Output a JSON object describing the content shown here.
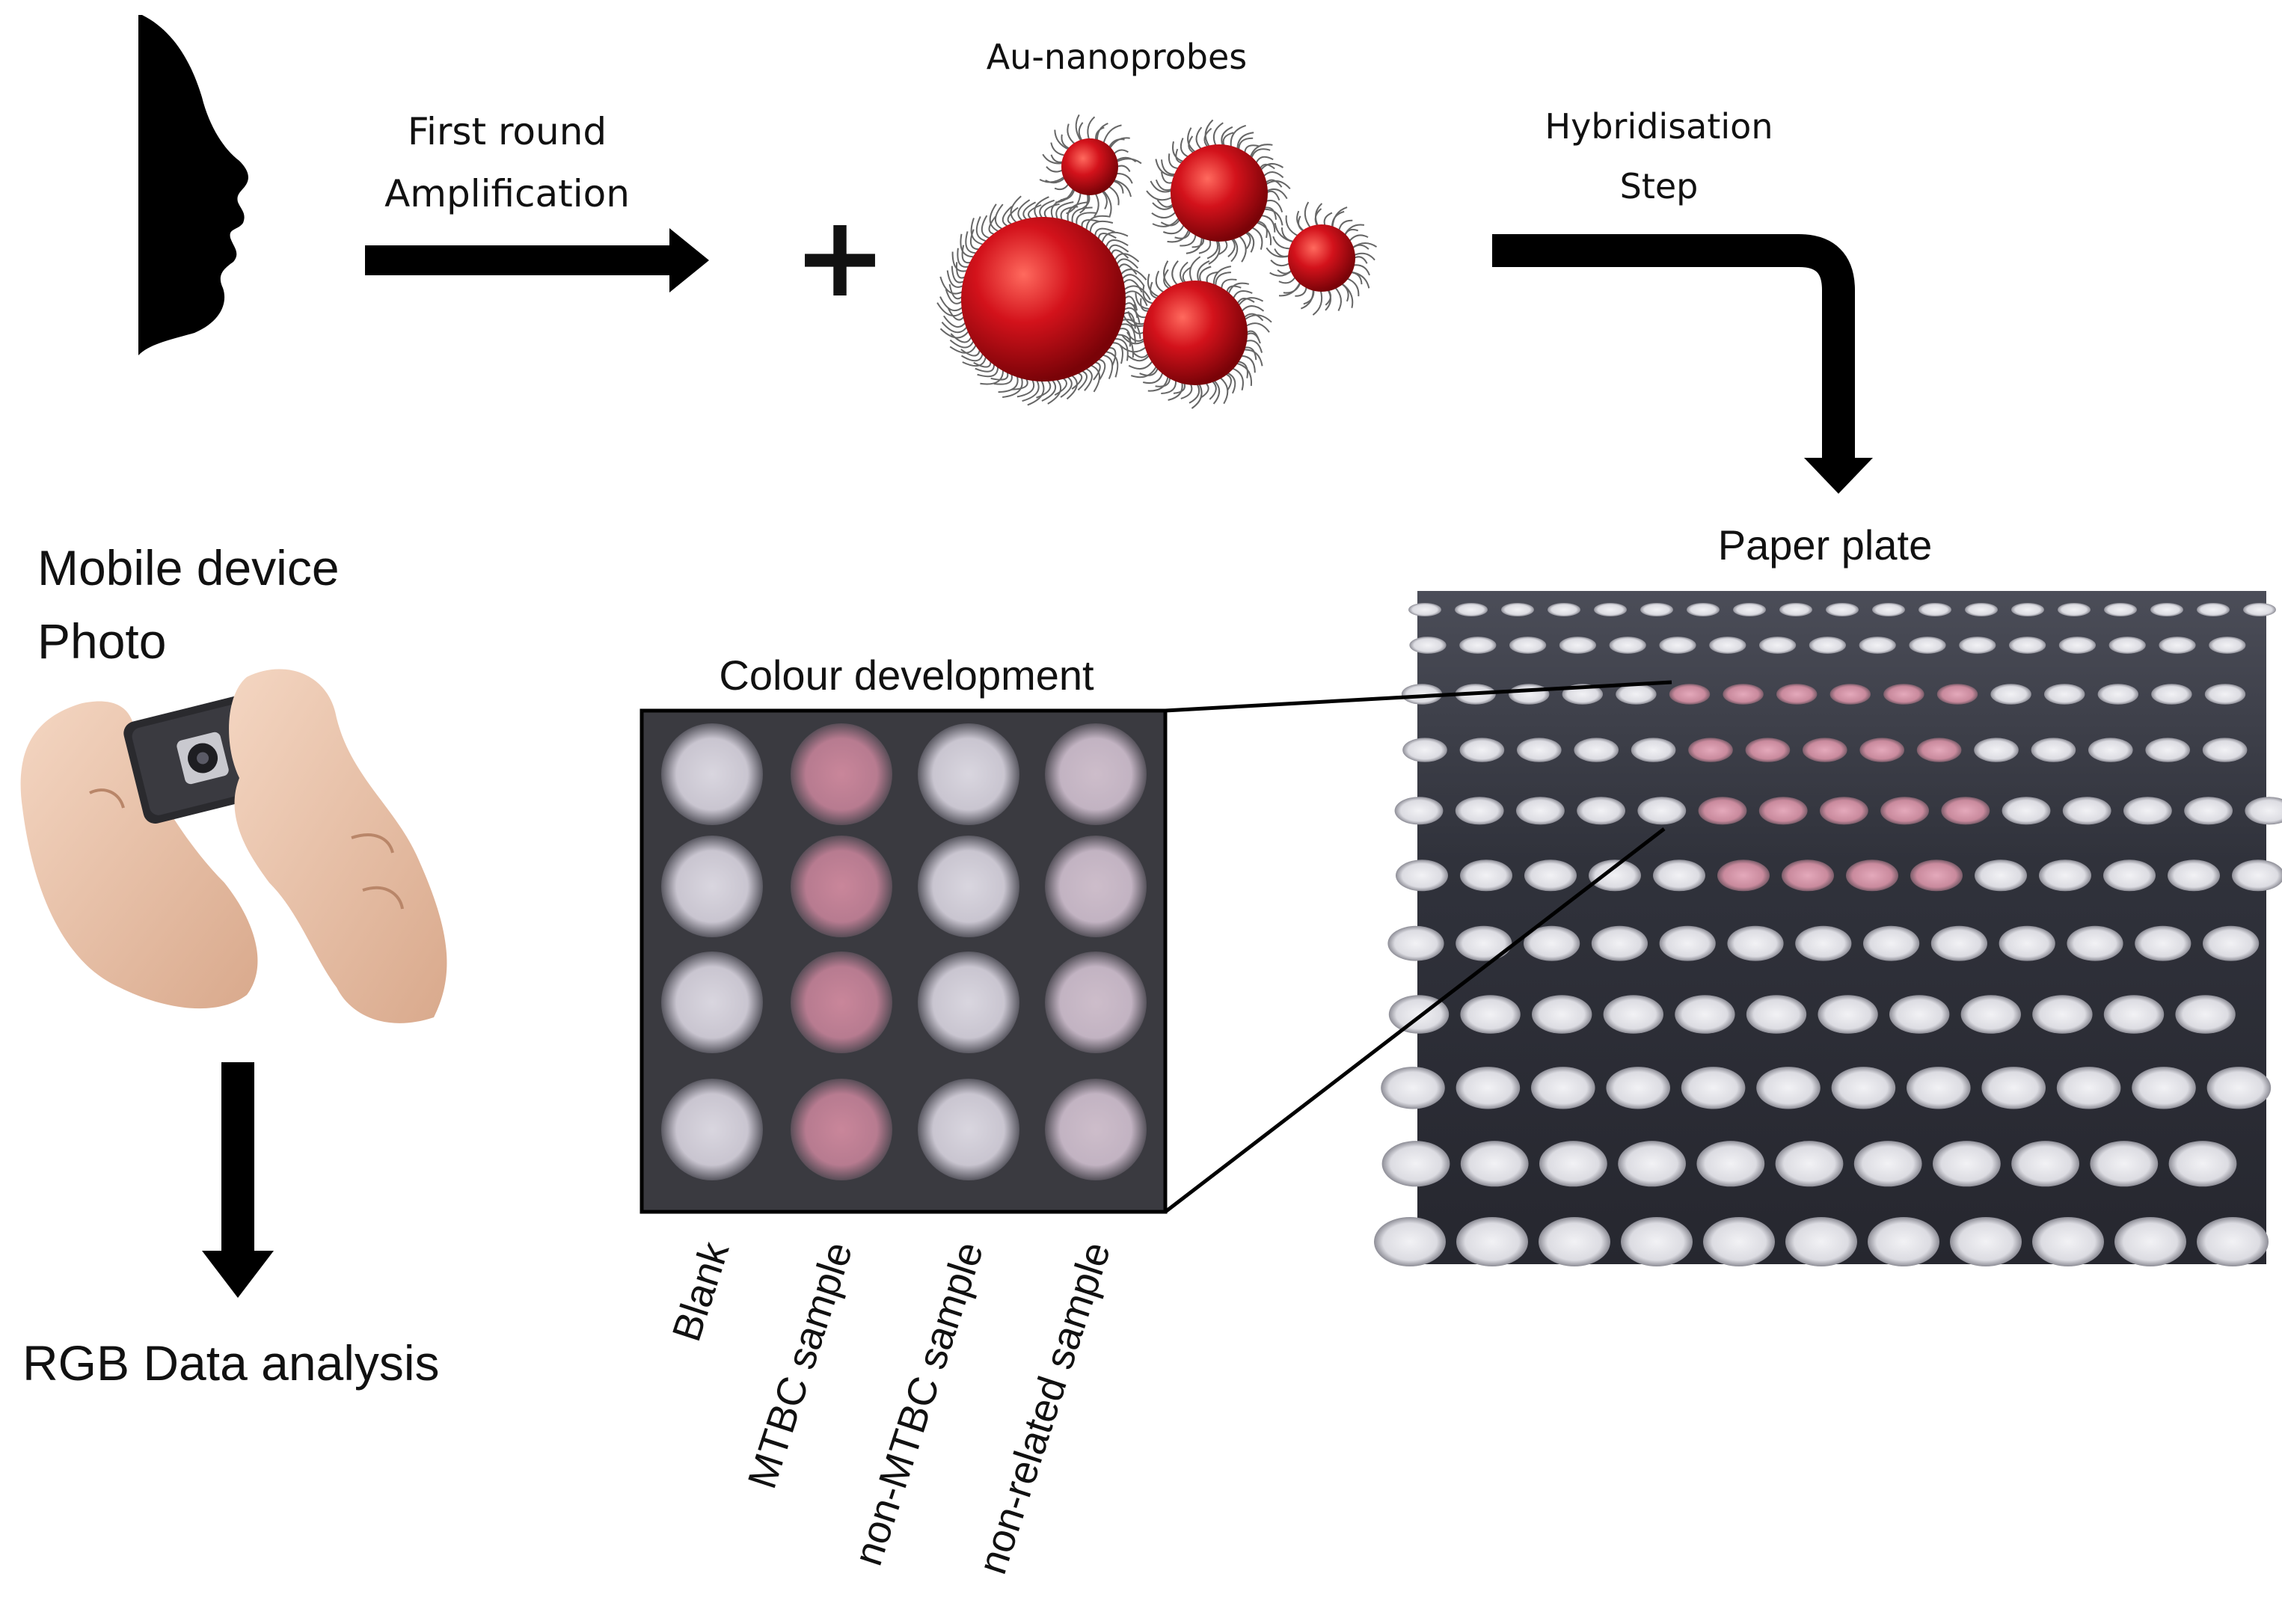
{
  "steps": {
    "first_round_line1": "First round",
    "first_round_line2": "Amplification",
    "plus": "+",
    "nanoprobes": "Au-nanoprobes",
    "hybridisation_line1": "Hybridisation",
    "hybridisation_line2": "Step",
    "paper_plate": "Paper plate",
    "mobile_line1": "Mobile device",
    "mobile_line2": "Photo",
    "colour_development": "Colour development",
    "rgb_analysis": "RGB Data analysis"
  },
  "well_labels": [
    "Blank",
    "MTBC sample",
    "non-MTBC sample",
    "non-related sample"
  ],
  "colors": {
    "arrow": "#000000",
    "nanoparticle": "#c8101a",
    "plate_background": "#2e2f37",
    "well_white": "#e4e4ea",
    "well_pink": "#c98a9d"
  },
  "icons": {
    "face": "face-silhouette-icon",
    "camera": "camera-hands-icon"
  }
}
